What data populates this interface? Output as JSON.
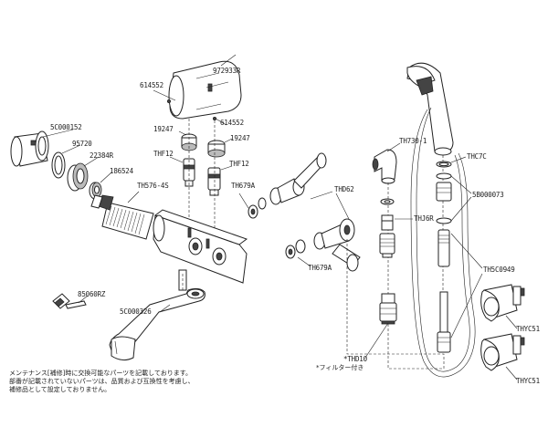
{
  "labels": {
    "p972933R": "972933R",
    "p614552a": "614552",
    "p614552b": "614552",
    "p19247a": "19247",
    "p19247b": "19247",
    "pTHF12a": "THF12",
    "pTHF12b": "THF12",
    "p5C000152": "5C000152",
    "p95720": "95720",
    "p22384R": "22384R",
    "p186524": "186524",
    "pTH576_4S": "TH576-4S",
    "pTH679Aa": "TH679A",
    "pTH679Ab": "TH679A",
    "pTHD62": "THD62",
    "pTH730_1": "TH730-1",
    "pTHJ6R": "THJ6R",
    "pTHC7C": "THC7C",
    "p5B000073": "5B000073",
    "pTH5C0949": "TH5C0949",
    "p85060RZ": "85060RZ",
    "p5C000326": "5C000326",
    "pTHD10": "*THD10",
    "pFilter": "*フィルター付き",
    "pTHYC51a": "THYC51",
    "pTHYC51b": "THYC51"
  },
  "notes": [
    "メンテナンス[補修]時に交換可能なパーツを記載しております。",
    "部番が記載されていないパーツは、品質および互換性を考慮し、",
    "補修品として設定しておりません。"
  ]
}
